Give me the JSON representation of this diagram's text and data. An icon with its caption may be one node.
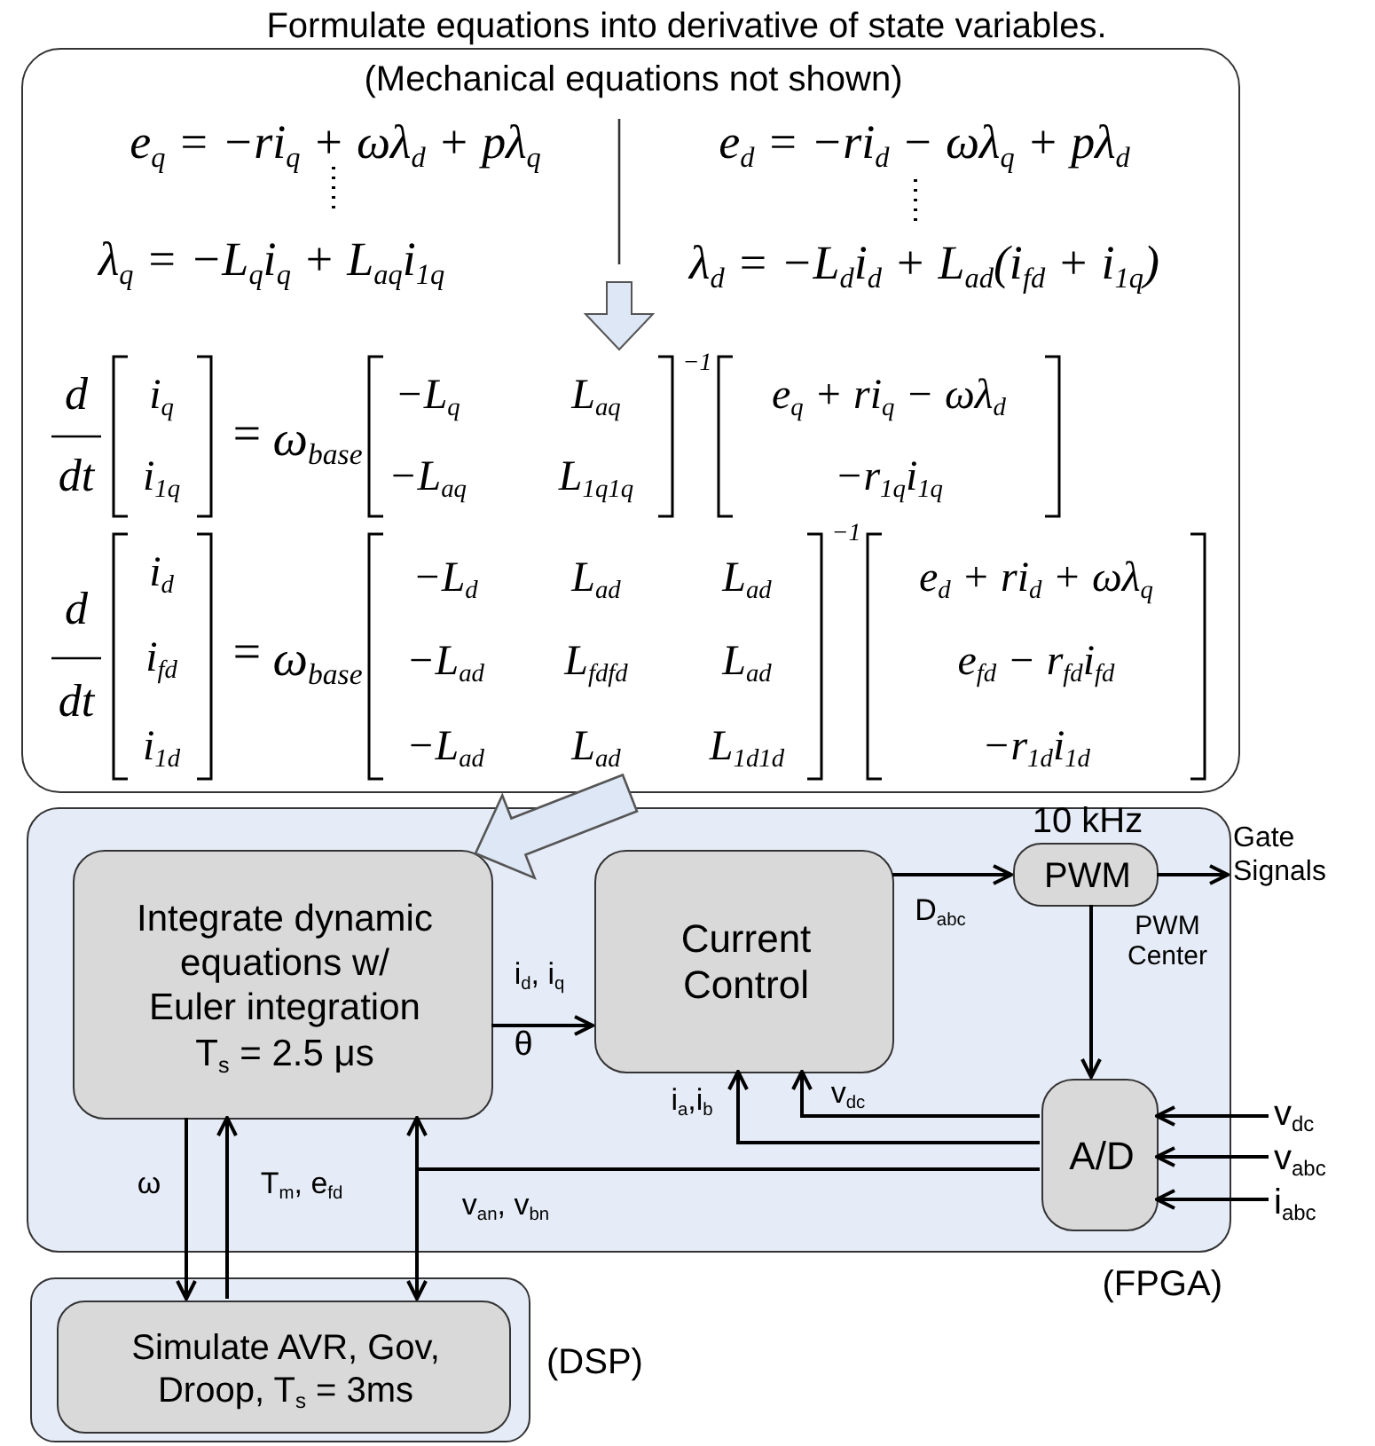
{
  "diagram": {
    "title": "Formulate equations into derivative of state variables.",
    "nodes": [
      {
        "text": [
          "(Mechanical equations not shown)",
          "e$_{q}$ = −ri$_{q}$ + ωλ$_{d}$ + pλ$_{q}$",
          "e$_{d}$ = −ri$_{d}$ − ωλ$_{q}$ + pλ$_{d}$",
          "λ$_{q}$ = −L$_{q}$i$_{q}$ + L$_{aq}$i$_{1q}$",
          "λ$_{d}$ = −L$_{d}$i$_{d}$ + L$_{ad}$(i$_{fd}$ + i$_{1q}$)",
          "d",
          "dt",
          "i$_{q}$",
          "i$_{1q}$",
          "=",
          "ω$_{base}$",
          "−L$_{q}$",
          "L$_{aq}$",
          "−L$_{aq}$",
          "L$_{1q1q}$",
          "−1",
          "e$_{q}$ + ri$_{q}$ − ωλ$_{d}$",
          "−r$_{1q}$i$_{1q}$",
          "d",
          "dt",
          "i$_{d}$",
          "i$_{fd}$",
          "i$_{1d}$",
          "=",
          "ω$_{base}$",
          "−L$_{d}$",
          "L$_{ad}$",
          "L$_{ad}$",
          "−L$_{ad}$",
          "L$_{fdfd}$",
          "L$_{ad}$",
          "−L$_{ad}$",
          "L$_{ad}$",
          "L$_{1d1d}$",
          "−1",
          "e$_{d}$ + ri$_{d}$ + ωλ$_{q}$",
          "e$_{fd}$ − r$_{fd}$i$_{fd}$",
          "−r$_{1d}$i$_{1d}$"
        ]
      },
      {
        "text": [],
        "shape": "box",
        "beside": [
          "(FPGA)"
        ]
      },
      {
        "text": [
          "Integrate dynamic equations w/ Euler integration T$_{s}$ = 2.5 μs"
        ],
        "in": 1
      },
      {
        "text": [
          "Current Control"
        ],
        "in": 1
      },
      {
        "text": [
          "PWM"
        ],
        "in": 1,
        "beside": [
          "10 kHz"
        ]
      },
      {
        "text": [
          "A/D"
        ],
        "in": 1
      },
      {
        "text": [
          "Gate Signals"
        ]
      },
      {
        "text": [
          "v$_{dc}$"
        ]
      },
      {
        "text": [
          "v$_{abc}$"
        ]
      },
      {
        "text": [
          "i$_{abc}$"
        ]
      },
      {
        "text": [],
        "shape": "box",
        "beside": [
          "(DSP)"
        ]
      },
      {
        "text": [
          "Simulate AVR, Gov, Droop, T$_{s}$ = 3ms"
        ],
        "in": 10
      }
    ],
    "edges": [
      {
        "from": 0,
        "to": 2,
        "arrow": "to",
        "style": "thick"
      },
      {
        "from": 2,
        "to": 3,
        "arrow": "to",
        "label": "i$_{d}$, i$_{q}$"
      },
      {
        "from": 3,
        "to": 4,
        "arrow": "to",
        "label": "D$_{abc}$"
      },
      {
        "from": 4,
        "to": 6,
        "arrow": "to"
      },
      {
        "from": 4,
        "to": 5,
        "arrow": "to",
        "label": "PWM Center"
      },
      {
        "from": 5,
        "to": 3,
        "arrow": "to",
        "label": "i$_{a}$,i$_{b}$"
      },
      {
        "from": 5,
        "to": 3,
        "arrow": "to",
        "label": "v$_{dc}$"
      },
      {
        "from": 5,
        "to": 2,
        "arrow": "to",
        "label": "v$_{an}$, v$_{bn}$"
      },
      {
        "from": 5,
        "to": 11,
        "arrow": "to"
      },
      {
        "from": 2,
        "to": 11,
        "arrow": "to",
        "label": "ω"
      },
      {
        "from": 11,
        "to": 2,
        "arrow": "to",
        "label": "T$_{m}$, e$_{fd}$"
      },
      {
        "from": 7,
        "to": 5,
        "arrow": "to"
      },
      {
        "from": 8,
        "to": 5,
        "arrow": "to"
      },
      {
        "from": 9,
        "to": 5,
        "arrow": "to"
      }
    ],
    "labels": [
      "θ"
    ]
  }
}
